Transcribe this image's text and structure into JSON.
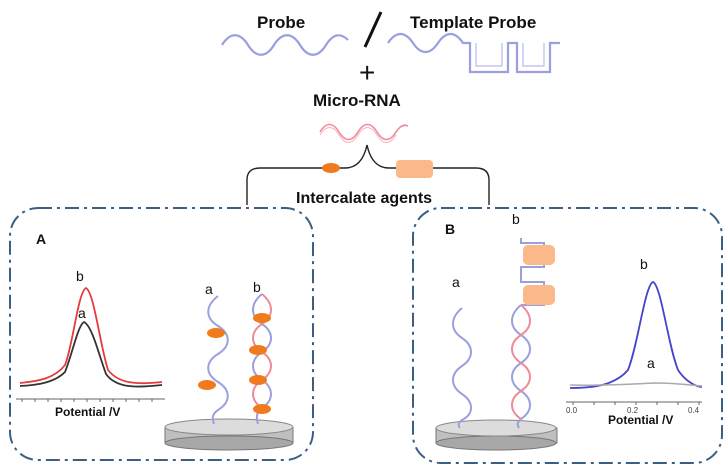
{
  "header": {
    "probe_label": "Probe",
    "slash": "/",
    "template_probe_label": "Template Probe",
    "plus": "+",
    "microrna_label": "Micro-RNA",
    "intercalate_label": "Intercalate agents"
  },
  "panel_a": {
    "letter": "A",
    "curve_label_b": "b",
    "curve_label_a": "a",
    "axis_label": "Potential /V",
    "strand_label_a": "a",
    "strand_label_b": "b"
  },
  "panel_b": {
    "letter": "B",
    "strand_label_a": "a",
    "strand_label_b": "b",
    "curve_label_b": "b",
    "curve_label_a": "a",
    "tick_labels": [
      "0.0",
      "0.2",
      "0.4"
    ],
    "axis_label": "Potential /V"
  },
  "colors": {
    "probe_strand": "#9a9fe0",
    "rna_strand": "#f08a9a",
    "dashed_border": "#3a5f85",
    "orange_agent": "#f07a1e",
    "peach_agent": "#fbb98a",
    "curve_red": "#e83a3a",
    "curve_black": "#333333",
    "curve_blue": "#4444cc",
    "curve_gray": "#aaaaaa"
  }
}
